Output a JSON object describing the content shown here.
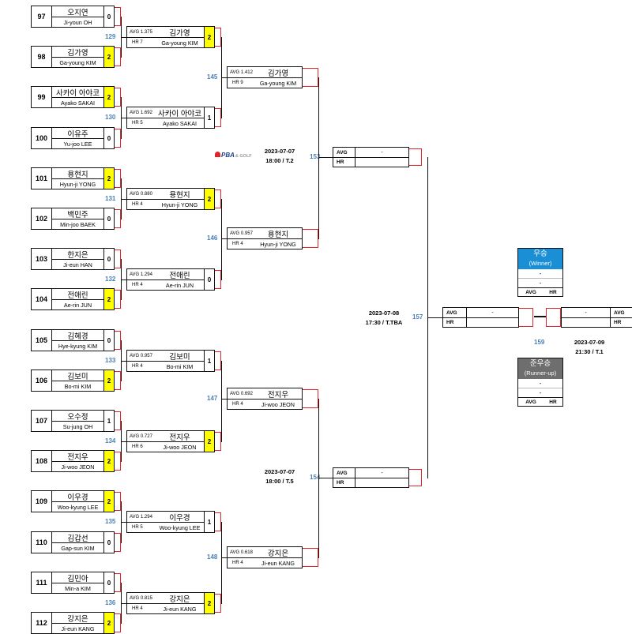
{
  "round1": [
    {
      "seed": "97",
      "name_kr": "오지연",
      "name_en": "Ji-youn OH",
      "score": "0",
      "winner": false
    },
    {
      "seed": "98",
      "name_kr": "김가영",
      "name_en": "Ga-young KIM",
      "score": "2",
      "winner": true
    },
    {
      "seed": "99",
      "name_kr": "사카이 아야코",
      "name_en": "Ayako SAKAI",
      "score": "2",
      "winner": true
    },
    {
      "seed": "100",
      "name_kr": "이유주",
      "name_en": "Yu-joo LEE",
      "score": "0",
      "winner": false
    },
    {
      "seed": "101",
      "name_kr": "용현지",
      "name_en": "Hyun-ji YONG",
      "score": "2",
      "winner": true
    },
    {
      "seed": "102",
      "name_kr": "백민주",
      "name_en": "Min-joo BAEK",
      "score": "0",
      "winner": false
    },
    {
      "seed": "103",
      "name_kr": "한지은",
      "name_en": "Ji-eun HAN",
      "score": "0",
      "winner": false
    },
    {
      "seed": "104",
      "name_kr": "전애린",
      "name_en": "Ae-rin JUN",
      "score": "2",
      "winner": true
    },
    {
      "seed": "105",
      "name_kr": "김혜경",
      "name_en": "Hye-kyung KIM",
      "score": "0",
      "winner": false
    },
    {
      "seed": "106",
      "name_kr": "김보미",
      "name_en": "Bo-mi KIM",
      "score": "2",
      "winner": true
    },
    {
      "seed": "107",
      "name_kr": "오수정",
      "name_en": "Su-jung OH",
      "score": "1",
      "winner": false
    },
    {
      "seed": "108",
      "name_kr": "전지우",
      "name_en": "Ji-woo JEON",
      "score": "2",
      "winner": true
    },
    {
      "seed": "109",
      "name_kr": "이우경",
      "name_en": "Woo-kyung LEE",
      "score": "2",
      "winner": true
    },
    {
      "seed": "110",
      "name_kr": "김갑선",
      "name_en": "Gap-sun KIM",
      "score": "0",
      "winner": false
    },
    {
      "seed": "111",
      "name_kr": "김민아",
      "name_en": "Min-a KIM",
      "score": "0",
      "winner": false
    },
    {
      "seed": "112",
      "name_kr": "강지은",
      "name_en": "Ji-eun KANG",
      "score": "2",
      "winner": true
    }
  ],
  "round2": [
    {
      "game": "129",
      "avg": "AVG 1.375",
      "hr": "HR 7",
      "name_kr": "김가영",
      "name_en": "Ga-young KIM",
      "score": "2",
      "winner": true
    },
    {
      "game": "130",
      "avg": "AVG 1.692",
      "hr": "HR 5",
      "name_kr": "사카이 아야코",
      "name_en": "Ayako SAKAI",
      "score": "1",
      "winner": false
    },
    {
      "game": "131",
      "avg": "AVG 0.880",
      "hr": "HR 4",
      "name_kr": "용현지",
      "name_en": "Hyun-ji YONG",
      "score": "2",
      "winner": true
    },
    {
      "game": "132",
      "avg": "AVG 1.294",
      "hr": "HR 4",
      "name_kr": "전애린",
      "name_en": "Ae-rin JUN",
      "score": "0",
      "winner": false
    },
    {
      "game": "133",
      "avg": "AVG 0.957",
      "hr": "HR 4",
      "name_kr": "김보미",
      "name_en": "Bo-mi KIM",
      "score": "1",
      "winner": false
    },
    {
      "game": "134",
      "avg": "AVG 0.727",
      "hr": "HR 6",
      "name_kr": "전지우",
      "name_en": "Ji-woo JEON",
      "score": "2",
      "winner": true
    },
    {
      "game": "135",
      "avg": "AVG 1.294",
      "hr": "HR 5",
      "name_kr": "이우경",
      "name_en": "Woo-kyung LEE",
      "score": "1",
      "winner": false
    },
    {
      "game": "136",
      "avg": "AVG 0.815",
      "hr": "HR 4",
      "name_kr": "강지은",
      "name_en": "Ji-eun KANG",
      "score": "2",
      "winner": true
    }
  ],
  "round3": [
    {
      "game": "145",
      "avg": "AVG 1.412",
      "hr": "HR 9",
      "name_kr": "김가영",
      "name_en": "Ga-young KIM"
    },
    {
      "game": "146",
      "avg": "AVG 0.957",
      "hr": "HR 4",
      "name_kr": "용현지",
      "name_en": "Hyun-ji YONG"
    },
    {
      "game": "147",
      "avg": "AVG 0.692",
      "hr": "HR 4",
      "name_kr": "전지우",
      "name_en": "Ji-woo JEON"
    },
    {
      "game": "148",
      "avg": "AVG 0.618",
      "hr": "HR 4",
      "name_kr": "강지은",
      "name_en": "Ji-eun KANG"
    }
  ],
  "round4": [
    {
      "game": "153",
      "avg_label": "AVG",
      "avg_value": "-",
      "hr_label": "HR"
    },
    {
      "game": "154",
      "avg_label": "AVG",
      "avg_value": "-",
      "hr_label": "HR"
    }
  ],
  "semi": {
    "game": "157",
    "avg_label": "AVG",
    "avg_value": "-",
    "hr_label": "HR"
  },
  "final": {
    "game": "159",
    "avg_label": "AVG",
    "avg_value": "-",
    "hr_label": "HR"
  },
  "schedules": {
    "s153": {
      "date": "2023-07-07",
      "time": "18:00 / T.2"
    },
    "s154": {
      "date": "2023-07-07",
      "time": "18:00 / T.5"
    },
    "s157": {
      "date": "2023-07-08",
      "time": "17:30 / T.TBA"
    },
    "s159": {
      "date": "2023-07-09",
      "time": "21:30 / T.1"
    }
  },
  "logo": {
    "text": "PBA",
    "sub": "& GOLF"
  },
  "winner_box": {
    "title_kr": "우승",
    "title_en": "(Winner)",
    "line1": "-",
    "line2": "-",
    "avg": "AVG",
    "hr": "HR",
    "color": "#1a8fd6"
  },
  "runnerup_box": {
    "title_kr": "준우승",
    "title_en": "(Runner-up)",
    "line1": "-",
    "line2": "-",
    "avg": "AVG",
    "hr": "HR",
    "color": "#6e6e6e"
  },
  "colors": {
    "winner_highlight": "#ffff00",
    "connector": "#e0242a",
    "game_number": "#4a7fb5"
  }
}
